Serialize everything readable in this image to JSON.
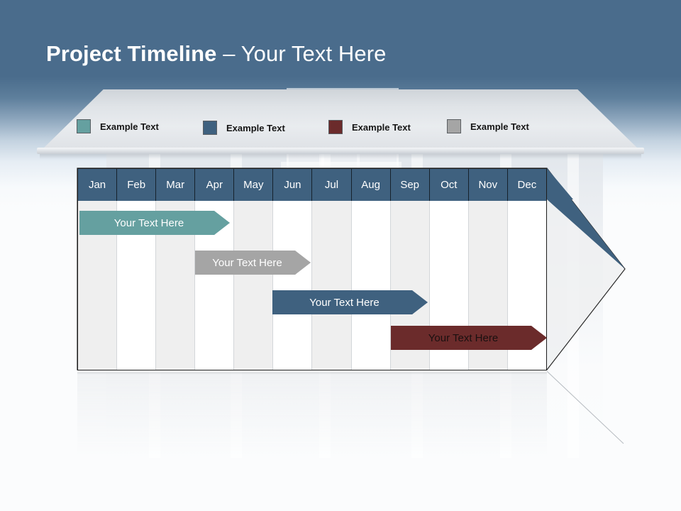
{
  "slide": {
    "title_strong": "Project Timeline",
    "title_light": " – Your Text Here",
    "background_top_color": "#4a6c8c",
    "background_bottom_color": "#fbfcfd"
  },
  "legend": {
    "items": [
      {
        "label": "Example Text",
        "color": "#65a0a0",
        "swatch_name": "legend-swatch-teal"
      },
      {
        "label": "Example Text",
        "color": "#3f617f",
        "swatch_name": "legend-swatch-blue"
      },
      {
        "label": "Example Text",
        "color": "#6b2b2b",
        "swatch_name": "legend-swatch-darkred"
      },
      {
        "label": "Example Text",
        "color": "#a5a5a5",
        "swatch_name": "legend-swatch-gray"
      }
    ]
  },
  "chart_data": {
    "type": "bar",
    "title": "Project Timeline – Your Text Here",
    "xlabel": "",
    "ylabel": "",
    "categories": [
      "Jan",
      "Feb",
      "Mar",
      "Apr",
      "May",
      "Jun",
      "Jul",
      "Aug",
      "Sep",
      "Oct",
      "Nov",
      "Dec"
    ],
    "legend": [
      "Example Text",
      "Example Text",
      "Example Text",
      "Example Text"
    ],
    "grid": true,
    "series": [
      {
        "name": "Example Text",
        "label": "Your  Text Here",
        "color": "#65a0a0",
        "text_color": "#ffffff",
        "start_month": "Jan",
        "end_month": "Apr",
        "start_index": 0,
        "end_index": 4,
        "row": 0
      },
      {
        "name": "Example Text",
        "label": "Your  Text Here",
        "color": "#a5a5a5",
        "text_color": "#ffffff",
        "start_month": "Apr",
        "end_month": "Jun",
        "start_index": 3,
        "end_index": 6,
        "row": 1
      },
      {
        "name": "Example Text",
        "label": "Your  Text Here",
        "color": "#3f617f",
        "text_color": "#ffffff",
        "start_month": "Jun",
        "end_month": "Sep",
        "start_index": 5,
        "end_index": 9,
        "row": 2
      },
      {
        "name": "Example Text",
        "label": "Your  Text Here",
        "color": "#6b2b2b",
        "text_color": "#1a1010",
        "start_month": "Sep",
        "end_month": "Dec",
        "start_index": 8,
        "end_index": 12,
        "row": 3
      }
    ]
  }
}
